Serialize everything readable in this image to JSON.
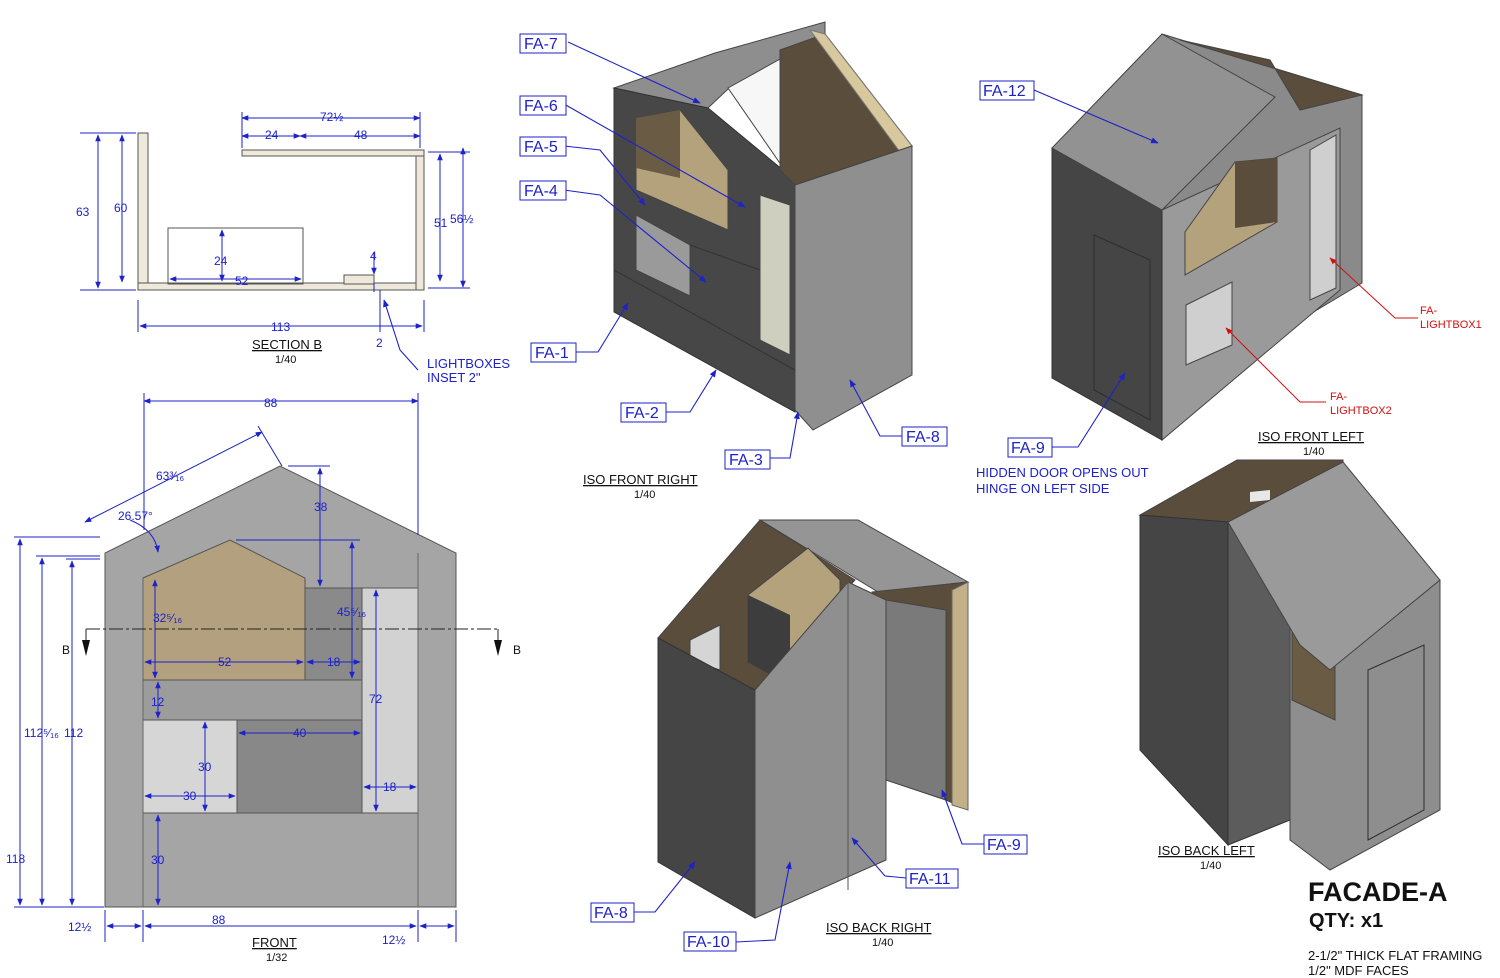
{
  "section_b": {
    "label": "SECTION B",
    "scale": "1/40",
    "dims": {
      "d72": "72½",
      "d24": "24",
      "d48": "48",
      "d63": "63",
      "d60": "60",
      "d51": "51",
      "d56": "56½",
      "d24b": "24",
      "d52": "52",
      "d4": "4",
      "d113": "113",
      "d2": "2"
    },
    "note_line1": "LIGHTBOXES",
    "note_line2": "INSET 2\""
  },
  "front": {
    "label": "FRONT",
    "scale": "1/32",
    "cut_label": "B",
    "dims": {
      "d88": "88",
      "d63": "63³⁄₁₆",
      "angle": "26.57°",
      "d38": "38",
      "d32": "32⁵⁄₁₆",
      "d45": "45⁵⁄₁₆",
      "d52": "52",
      "d18a": "18",
      "d12": "12",
      "d40": "40",
      "d72": "72",
      "d30a": "30",
      "d30b": "30",
      "d18b": "18",
      "d30c": "30",
      "d112a": "112⁵⁄₁₆",
      "d112b": "112",
      "d118": "118",
      "d12l": "12½",
      "d88b": "88",
      "d12r": "12½"
    }
  },
  "iso_front_right": {
    "label": "ISO FRONT RIGHT",
    "scale": "1/40",
    "tags": {
      "fa7": "FA-7",
      "fa6": "FA-6",
      "fa5": "FA-5",
      "fa4": "FA-4",
      "fa1": "FA-1",
      "fa2": "FA-2",
      "fa3": "FA-3",
      "fa8": "FA-8"
    }
  },
  "iso_front_left": {
    "label": "ISO FRONT LEFT",
    "scale": "1/40",
    "tags": {
      "fa12": "FA-12",
      "fa9": "FA-9"
    },
    "lightbox1_l1": "FA-",
    "lightbox1_l2": "LIGHTBOX1",
    "lightbox2_l1": "FA-",
    "lightbox2_l2": "LIGHTBOX2",
    "door_note_l1": "HIDDEN DOOR OPENS OUT",
    "door_note_l2": "HINGE ON LEFT SIDE"
  },
  "iso_back_right": {
    "label": "ISO BACK RIGHT",
    "scale": "1/40",
    "tags": {
      "fa8": "FA-8",
      "fa10": "FA-10",
      "fa11": "FA-11",
      "fa9": "FA-9"
    }
  },
  "iso_back_left": {
    "label": "ISO BACK LEFT",
    "scale": "1/40"
  },
  "title_block": {
    "title": "FACADE-A",
    "qty": "QTY: x1",
    "spec1": "2-1/2\" THICK FLAT FRAMING",
    "spec2": "1/2\" MDF FACES"
  },
  "colors": {
    "panel_gray": "#939393",
    "panel_dark": "#434343",
    "mdf_tan": "#b2a07e",
    "lightbox": "#d2d2d2",
    "dim_blue": "#1d22c9",
    "note_red": "#d01010"
  }
}
